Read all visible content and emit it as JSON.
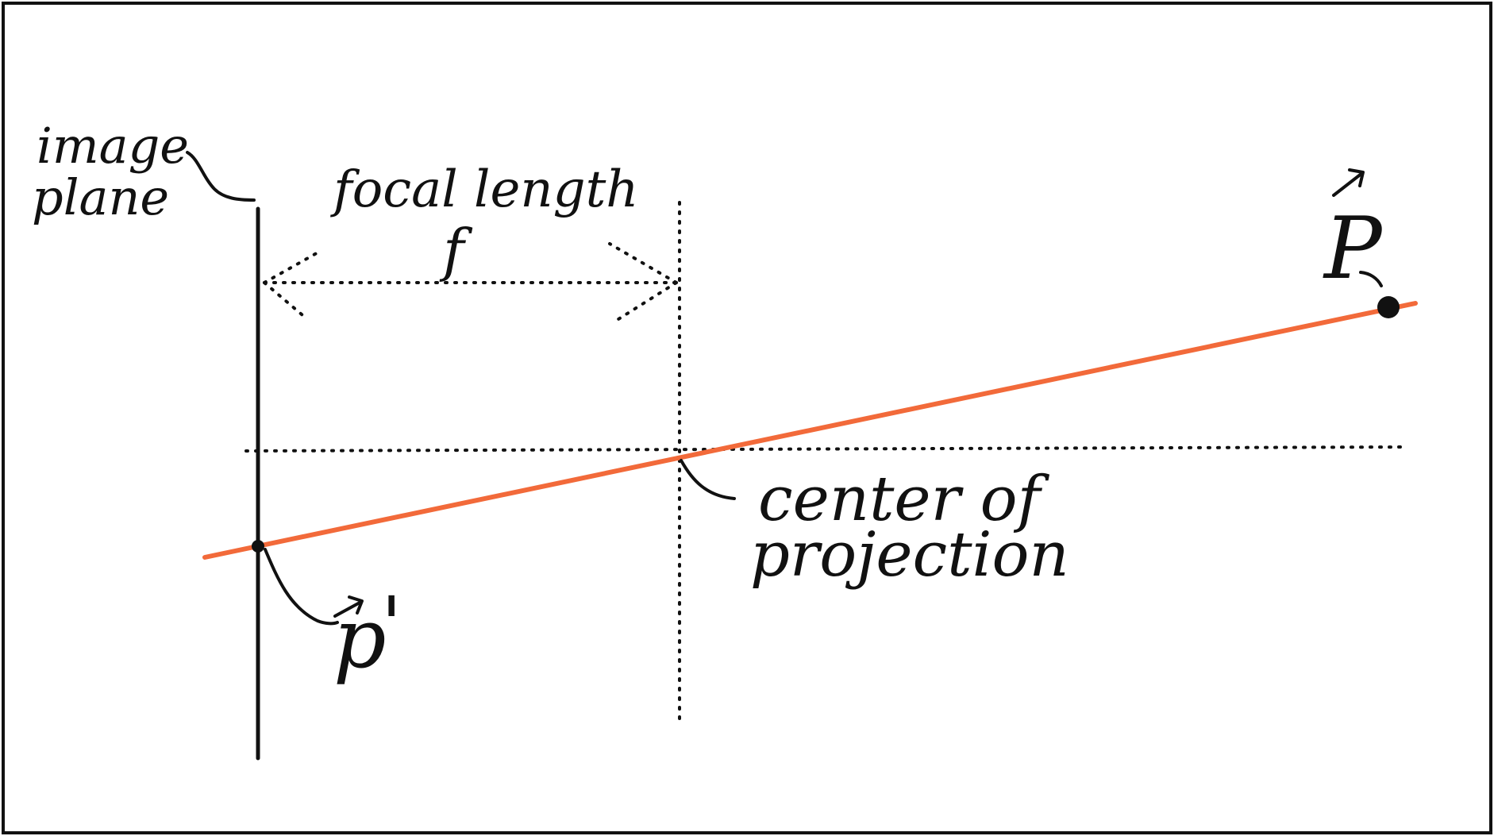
{
  "labels": {
    "image_plane_line1": "image",
    "image_plane_line2": "plane",
    "focal_length": "focal length",
    "focal_symbol": "f",
    "center_line1": "center of",
    "center_line2": "projection",
    "point_p": "P",
    "point_p_prime": "p",
    "prime_mark": "'"
  },
  "colors": {
    "ink": "#111111",
    "ray": "#f26a3a",
    "frame": "#111111",
    "background": "#ffffff"
  }
}
